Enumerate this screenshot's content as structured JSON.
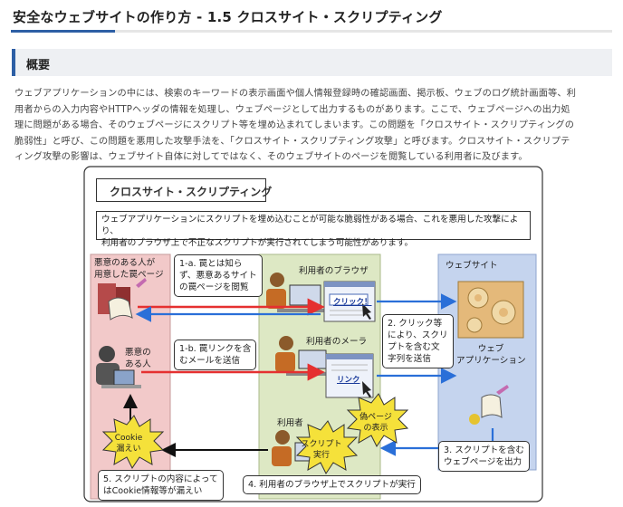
{
  "header": {
    "title": "安全なウェブサイトの作り方 - 1.5 クロスサイト・スクリプティング"
  },
  "section": {
    "title": "概要"
  },
  "intro": {
    "lines": [
      "ウェブアプリケーションの中には、検索のキーワードの表示画面や個人情報登録時の確認画面、掲示板、ウェブのログ統計画面等、利",
      "用者からの入力内容やHTTPヘッダの情報を処理し、ウェブページとして出力するものがあります。ここで、ウェブページへの出力処",
      "理に問題がある場合、そのウェブページにスクリプト等を埋め込まれてしまいます。この問題を「クロスサイト・スクリプティングの",
      "脆弱性」と呼び、この問題を悪用した攻撃手法を、「クロスサイト・スクリプティング攻撃」と呼びます。クロスサイト・スクリプテ",
      "ィング攻撃の影響は、ウェブサイト自体に対してではなく、そのウェブサイトのページを閲覧している利用者に及びます。"
    ]
  },
  "diagram": {
    "title": "クロスサイト・スクリプティング",
    "description": [
      "ウェブアプリケーションにスクリプトを埋め込むことが可能な脆弱性がある場合、これを悪用した攻撃により、",
      "利用者のブラウザ上で不正なスクリプトが実行されてしまう可能性があります。"
    ],
    "malicious_page_label": [
      "悪意のある人が",
      "用意した罠ページ"
    ],
    "attacker_label": [
      "悪意の",
      "ある人"
    ],
    "browser_label": "利用者のブラウザ",
    "mailer_label": "利用者のメーラ",
    "user_label": "利用者",
    "website_label": "ウェブサイト",
    "webapp_label": [
      "ウェブ",
      "アプリケーション"
    ],
    "click_button": "クリック！",
    "link_text": "リンク",
    "step1a": [
      "1-a. 罠とは知ら",
      "ず、悪意あるサイト",
      "の罠ページを閲覧"
    ],
    "step1b": [
      "1-b. 罠リンクを含",
      "むメールを送信"
    ],
    "step2": [
      "2. クリック等",
      "により、スクリ",
      "プトを含む文",
      "字列を送信"
    ],
    "step3": [
      "3. スクリプトを含む",
      "ウェブページを出力"
    ],
    "step4": "4. 利用者のブラウザ上でスクリプトが実行",
    "step5": [
      "5. スクリプトの内容によって",
      "はCookie情報等が漏えい"
    ],
    "burst_cookie": [
      "Cookie",
      "漏えい"
    ],
    "burst_fake": [
      "偽ページ",
      "の表示"
    ],
    "burst_script": [
      "スクリプト",
      "実行"
    ]
  },
  "colors": {
    "accent": "#2d5fa5",
    "attacker_zone": "#f2c9c9",
    "user_zone": "#dde8c4",
    "site_zone": "#c5d4ee",
    "burst": "#f5e13a",
    "arrow_red": "#e53030",
    "arrow_blue": "#2a6fd8"
  }
}
